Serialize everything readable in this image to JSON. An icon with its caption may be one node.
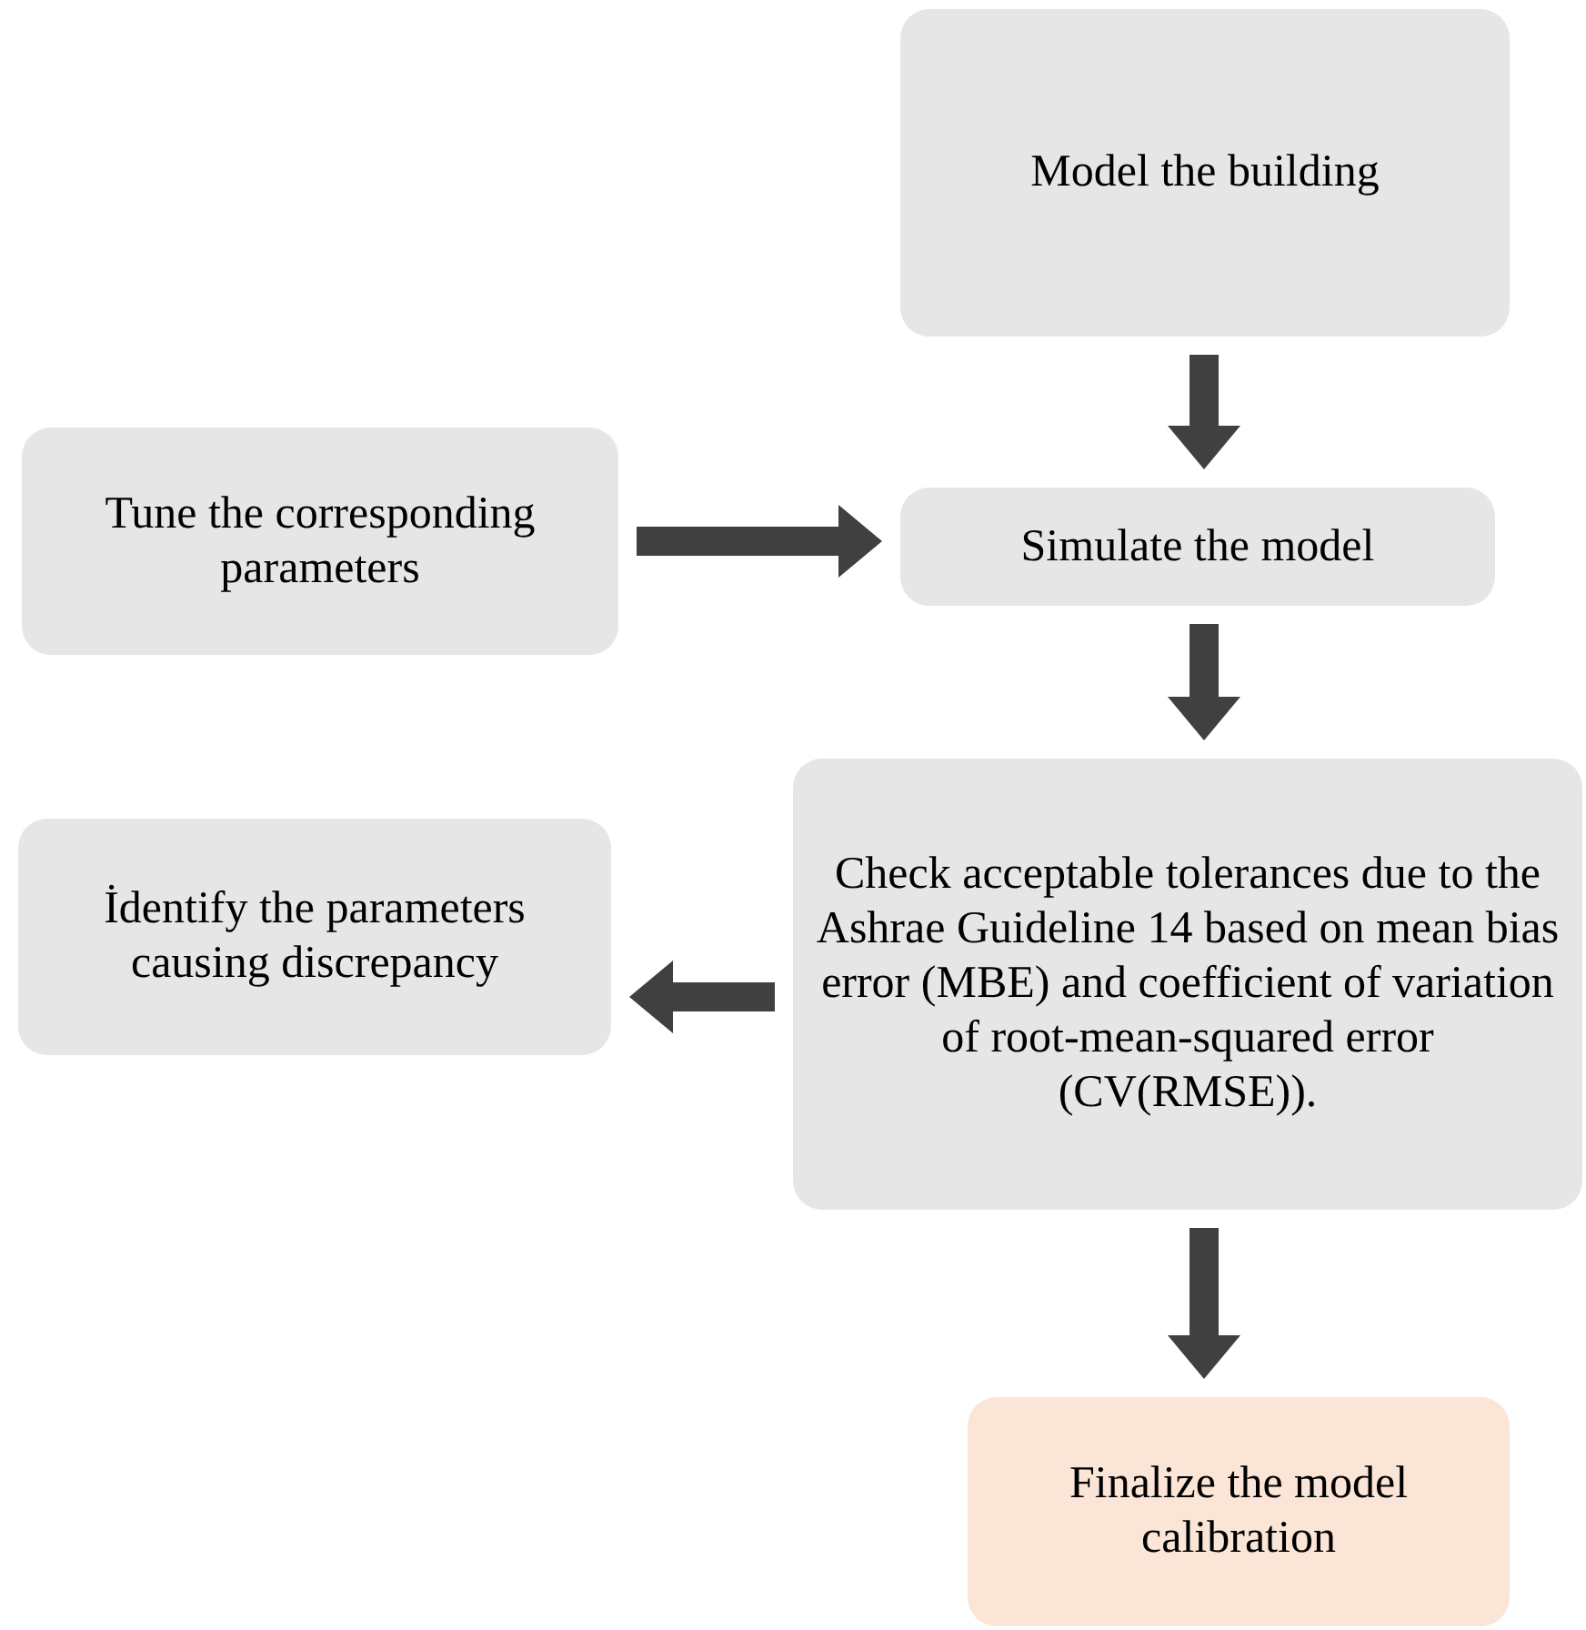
{
  "diagram": {
    "nodes": [
      {
        "text": [
          "Model the building"
        ]
      },
      {
        "text": [
          "Tune the corresponding parameters"
        ]
      },
      {
        "text": [
          "Simulate the model"
        ]
      },
      {
        "text": [
          "İdentify the parameters causing discrepancy"
        ]
      },
      {
        "text": [
          "Check acceptable tolerances due to the Ashrae Guideline 14 based on mean bias error (MBE) and coefficient of variation of root-mean-squared error (CV(RMSE))."
        ]
      },
      {
        "text": [
          "Finalize the model calibration"
        ]
      }
    ],
    "edges": [
      {
        "from": 0,
        "to": 2,
        "arrow": "to"
      },
      {
        "from": 1,
        "to": 2,
        "arrow": "to"
      },
      {
        "from": 2,
        "to": 4,
        "arrow": "to"
      },
      {
        "from": 4,
        "to": 3,
        "arrow": "to"
      },
      {
        "from": 4,
        "to": 5,
        "arrow": "to"
      }
    ]
  }
}
